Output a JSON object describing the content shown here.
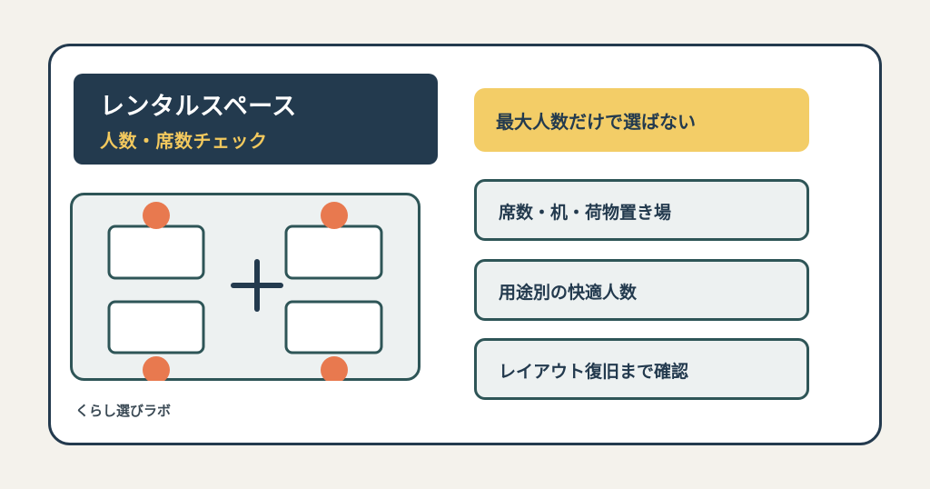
{
  "header": {
    "title": "レンタルスペース",
    "subtitle": "人数・席数チェック"
  },
  "highlight": {
    "text": "最大人数だけで選ばない"
  },
  "checklist": [
    {
      "label": "席数・机・荷物置き場"
    },
    {
      "label": "用途別の快適人数"
    },
    {
      "label": "レイアウト復旧まで確認"
    }
  ],
  "footer": {
    "brand": "くらし選びラボ"
  },
  "colors": {
    "navy": "#233a4e",
    "yellow": "#f3cd67",
    "orange": "#e8794f",
    "teal_border": "#2e5557",
    "panel_bg": "#edf1f1",
    "page_bg": "#f4f2ec"
  }
}
